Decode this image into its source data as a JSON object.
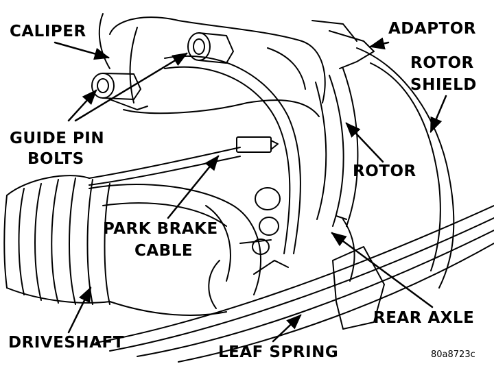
{
  "labels": {
    "caliper": "CALIPER",
    "adaptor": "ADAPTOR",
    "rotor_shield_1": "ROTOR",
    "rotor_shield_2": "SHIELD",
    "guide_pin_1": "GUIDE PIN",
    "guide_pin_2": "BOLTS",
    "rotor": "ROTOR",
    "park_brake_1": "PARK BRAKE",
    "park_brake_2": "CABLE",
    "rear_axle": "REAR AXLE",
    "driveshaft": "DRIVESHAFT",
    "leaf_spring": "LEAF SPRING"
  },
  "figure_code": "80a8723c"
}
